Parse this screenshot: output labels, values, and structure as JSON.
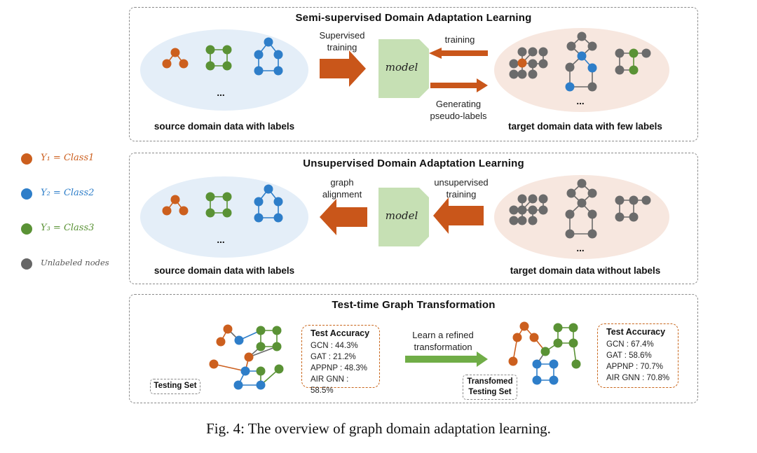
{
  "panels": {
    "semi": {
      "title": "Semi-supervised  Domain  Adaptation  Learning",
      "supervised_training": "Supervised\ntraining",
      "training": "training",
      "generating": "Generating\npseudo-labels",
      "model": "model",
      "source_label": "source domain data with labels",
      "target_label": "target domain data with few labels",
      "ellipsis": "..."
    },
    "unsup": {
      "title": "Unsupervised  Domain  Adaptation  Learning",
      "graph_alignment": "graph\nalignment",
      "unsupervised_training": "unsupervised\ntraining",
      "model": "model",
      "source_label": "source domain data with labels",
      "target_label": "target domain data without labels",
      "ellipsis": "..."
    },
    "test": {
      "title": "Test-time  Graph  Transformation",
      "learn_refined": "Learn a refined\ntransformation",
      "testing_set": "Testing  Set",
      "transformed_set": "Transfomed\nTesting  Set",
      "acc_before": {
        "title": "Test Accuracy",
        "rows": [
          "GCN : 44.3%",
          "GAT : 21.2%",
          "APPNP : 48.3%",
          "AIR GNN : 58.5%"
        ]
      },
      "acc_after": {
        "title": "Test Accuracy",
        "rows": [
          "GCN : 67.4%",
          "GAT : 58.6%",
          "APPNP : 70.7%",
          "AIR GNN : 70.8%"
        ]
      }
    }
  },
  "legend": [
    {
      "text": "Y₁ = Class1",
      "color": "#cc5f1e"
    },
    {
      "text": "Y₂ = Class2",
      "color": "#2e7ec9"
    },
    {
      "text": "Y₃ = Class3",
      "color": "#5a9235"
    },
    {
      "text": "Unlabeled nodes",
      "color": "#666666"
    }
  ],
  "colors": {
    "orange": "#cc5f1e",
    "blue": "#2e7ec9",
    "green": "#5a9235",
    "gray": "#6b6b6b",
    "arrow_orange": "#c9561a",
    "arrow_green": "#70ad47",
    "model_fill": "#c6e0b4"
  },
  "caption": "Fig. 4: The overview of graph domain adaptation learning."
}
